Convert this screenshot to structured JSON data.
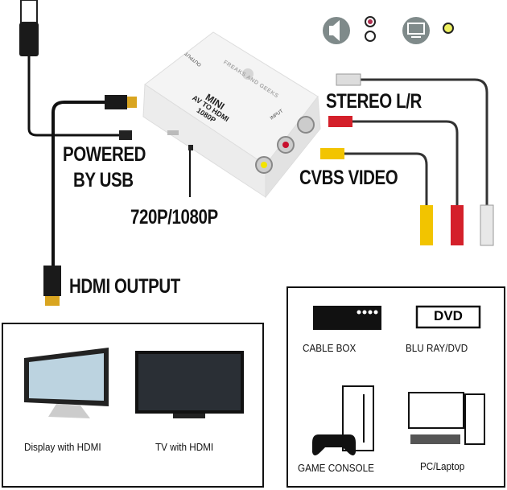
{
  "labels": {
    "stereo": "STEREO L/R",
    "cvbs": "CVBS VIDEO",
    "powered": "POWERED",
    "by_usb": "BY USB",
    "resolution": "720P/1080P",
    "hdmi_output": "HDMI OUTPUT"
  },
  "device": {
    "line1": "MINI",
    "line2": "AV TO HDMI",
    "line3": "1080P",
    "output_label": "OUTPUT",
    "input_label": "INPUT",
    "brand": "FREAKS AND GEEKS"
  },
  "outputs": [
    {
      "label": "Display with HDMI",
      "icon": "monitor-icon"
    },
    {
      "label": "TV with HDMI",
      "icon": "tv-icon"
    }
  ],
  "sources": [
    {
      "label": "CABLE BOX",
      "icon": "cable-box-icon"
    },
    {
      "label": "BLU RAY/DVD",
      "icon": "dvd-player-icon",
      "badge": "DVD"
    },
    {
      "label": "GAME CONSOLE",
      "icon": "game-console-icon"
    },
    {
      "label": "PC/Laptop",
      "icon": "desktop-pc-icon"
    }
  ],
  "colors": {
    "red": "#d4202a",
    "yellow": "#f2c400",
    "white": "#e8e8e8",
    "icon_gray": "#7f8a8a"
  }
}
